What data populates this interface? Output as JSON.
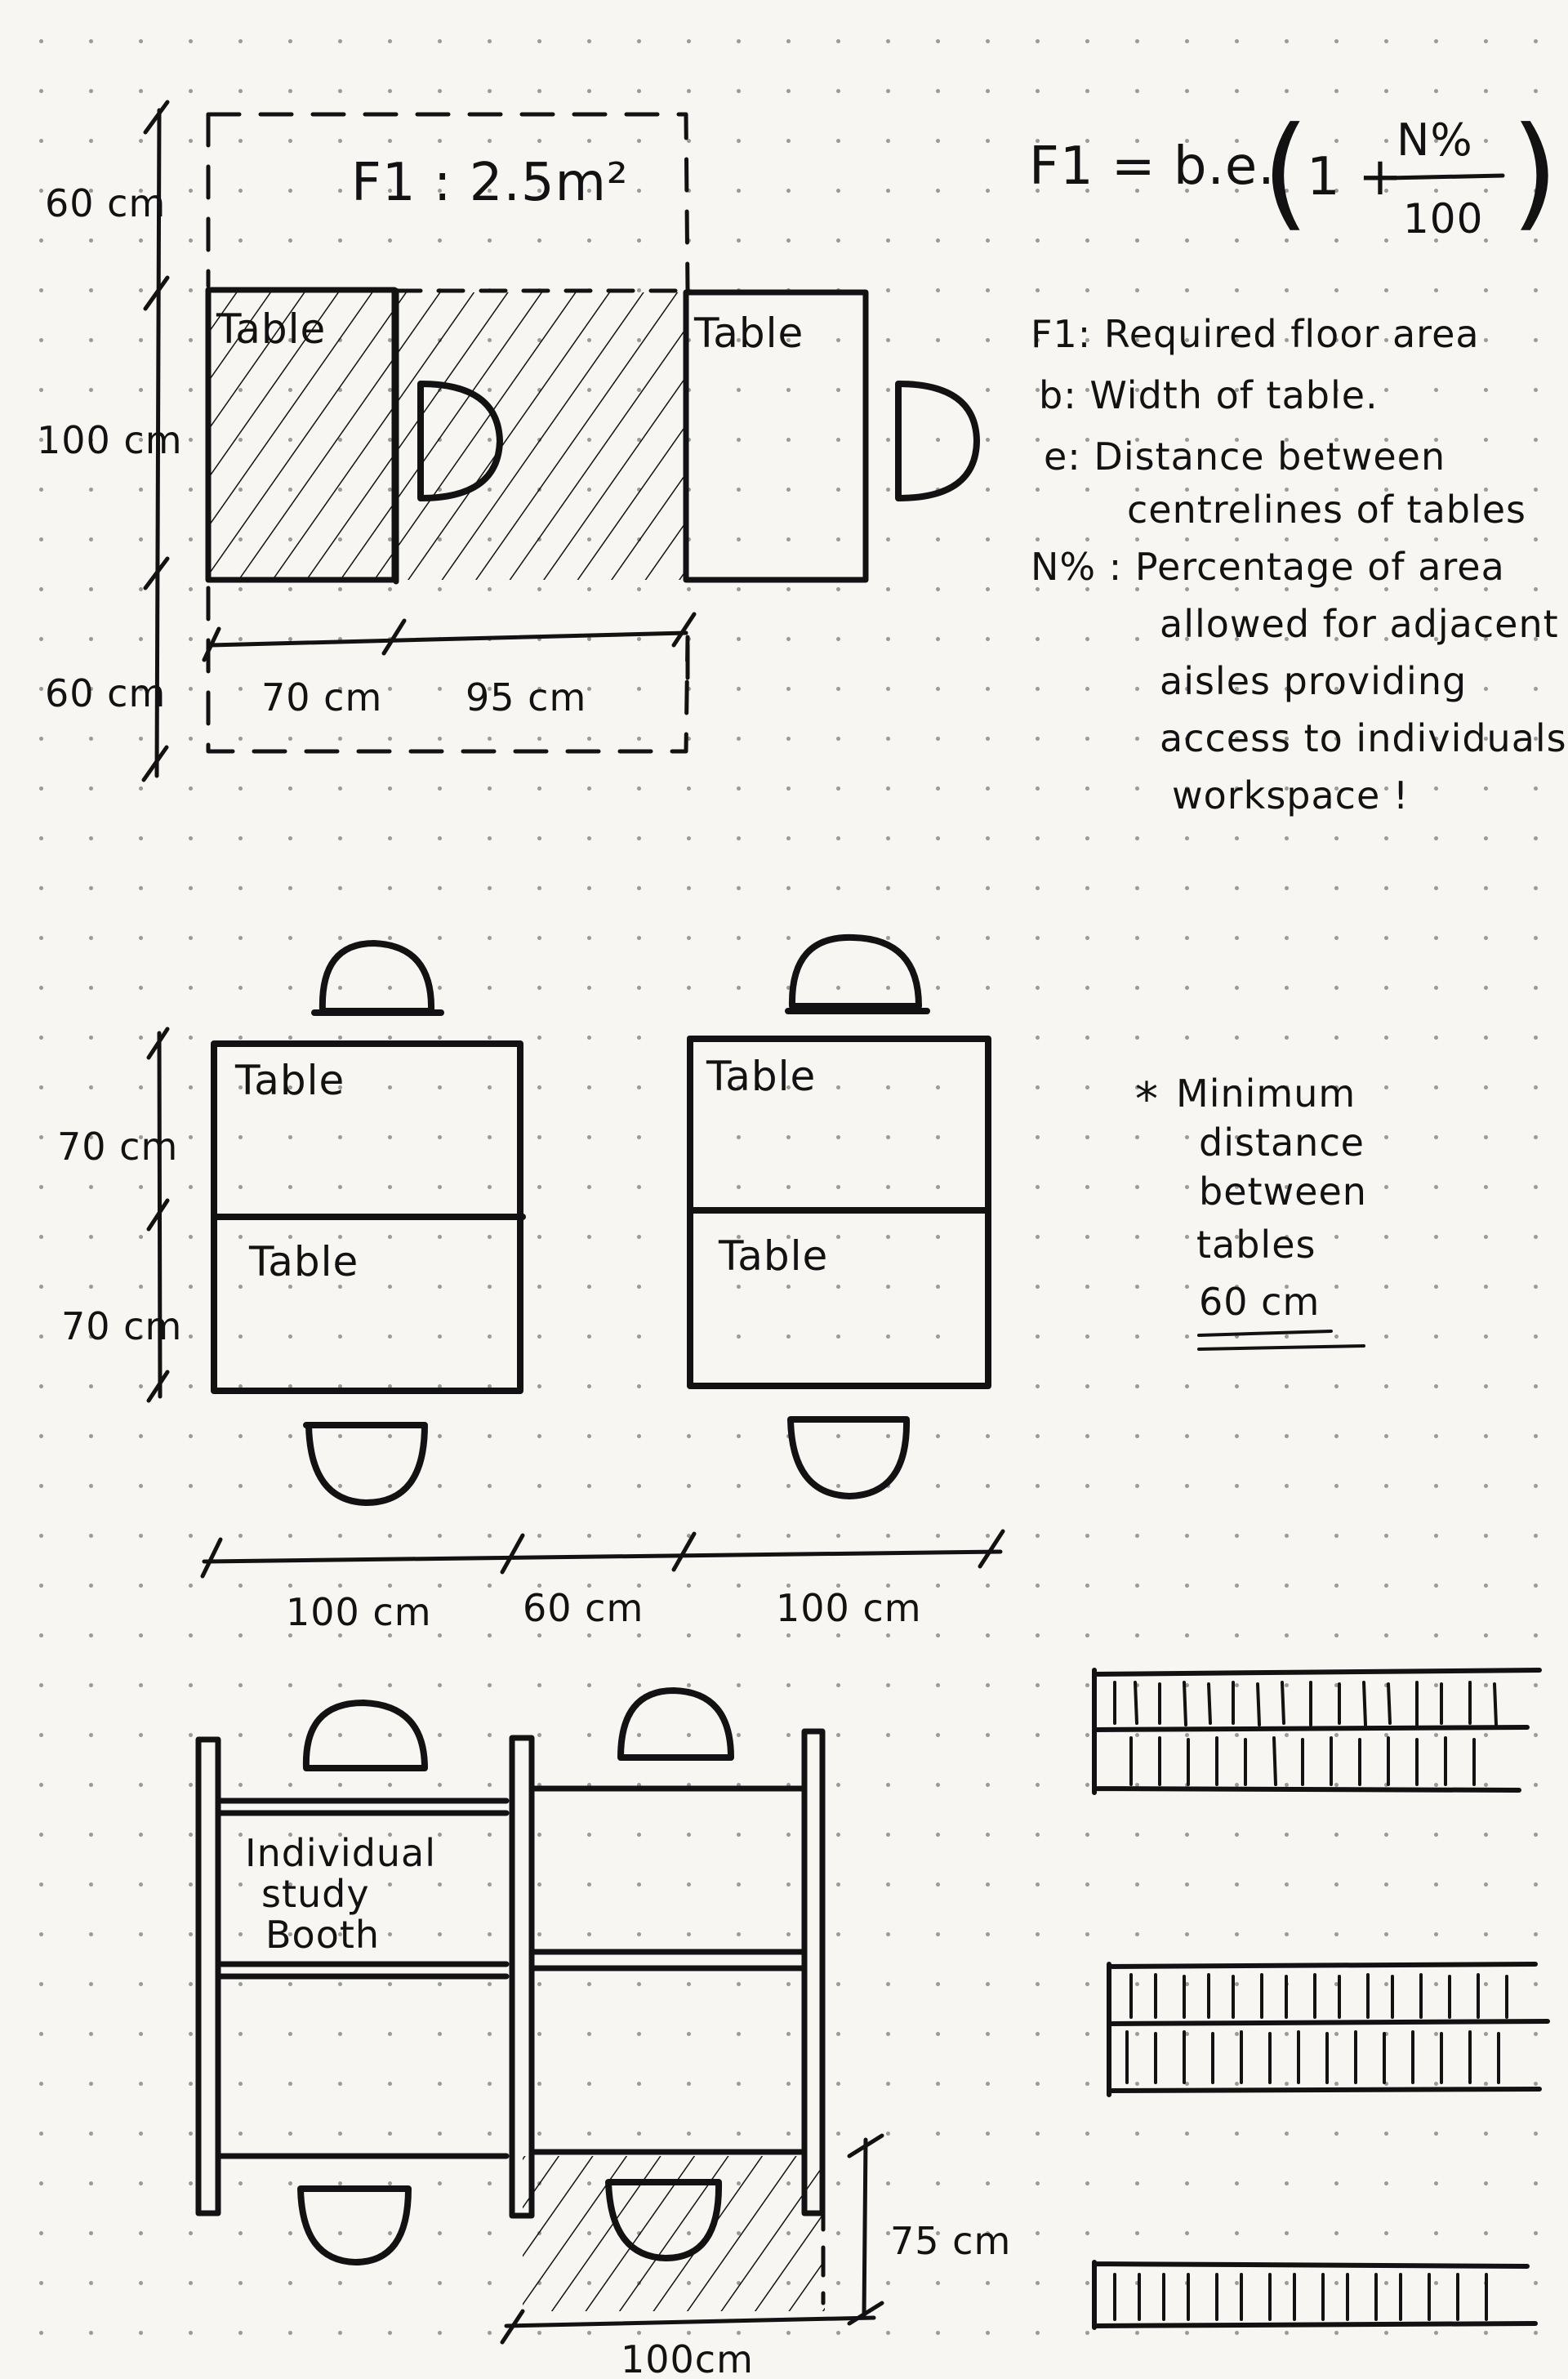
{
  "top": {
    "area_label": "F1 : 2.5m²",
    "table_left": "Table",
    "table_right": "Table",
    "dims_left": [
      "60 cm",
      "100 cm",
      "60 cm"
    ],
    "dim_70": "70 cm",
    "dim_95": "95 cm"
  },
  "formula": {
    "lhs": "F1 = b.e.",
    "open": "(",
    "one_plus": "1 +",
    "numerator": "N%",
    "denominator": "100",
    "close": ")"
  },
  "legend": {
    "lines": [
      "F1: Required floor area",
      "b: Width of table.",
      "e: Distance between",
      "centrelines of tables",
      "N% : Percentage of area",
      "allowed for adjacent",
      "aisles providing",
      "access to individuals",
      "workspace !"
    ]
  },
  "middle": {
    "tables": [
      "Table",
      "Table",
      "Table",
      "Table"
    ],
    "dims_left": [
      "70 cm",
      "70 cm"
    ],
    "dims_bottom": [
      "100 cm",
      "60 cm",
      "100 cm"
    ],
    "note_star": "*",
    "note_lines": [
      "Minimum",
      "distance",
      "between",
      "tables",
      "60 cm"
    ]
  },
  "bottom": {
    "booth_label_lines": [
      "Individual",
      "study",
      "Booth"
    ],
    "dim_75": "75 cm",
    "dim_100": "100cm"
  }
}
